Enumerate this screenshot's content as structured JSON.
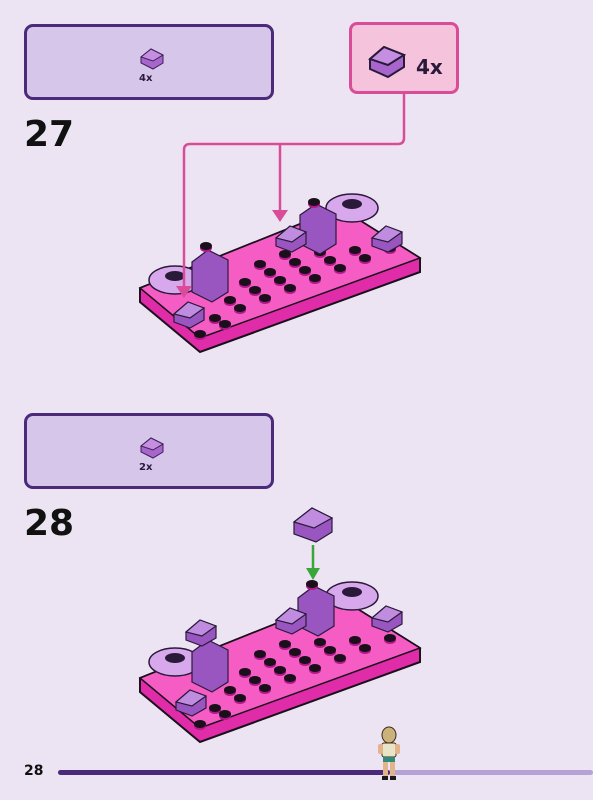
{
  "page": {
    "number": "28"
  },
  "steps": [
    {
      "number": "27",
      "parts_qty": "4x",
      "callout_qty": "4x"
    },
    {
      "number": "28",
      "parts_qty": "2x"
    }
  ],
  "progress": {
    "fraction": 0.62
  },
  "colors": {
    "background": "#ece4f2",
    "parts_box_fill": "#d6c6ea",
    "parts_box_border": "#4b2a7a",
    "callout_fill": "#f6c3dc",
    "callout_border": "#d94d98",
    "plate_pink": "#f04ab8",
    "slope_purple": "#a866cc",
    "arrow_pink": "#d94d98",
    "arrow_green": "#3aa63a",
    "progress_fill": "#4b2a7a",
    "progress_track": "#b6a3d6"
  },
  "icons": [
    "slope-brick-icon",
    "minifigure-icon",
    "arrow-icon"
  ]
}
